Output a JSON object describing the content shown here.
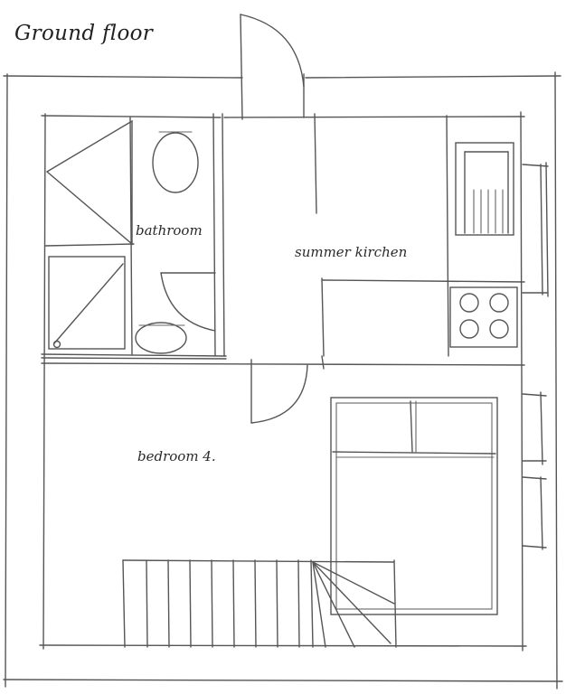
{
  "title": "Ground floor",
  "rooms": {
    "bathroom": "bathroom",
    "summer_kitchen": "summer kirchen",
    "bedroom": "bedroom 4."
  }
}
